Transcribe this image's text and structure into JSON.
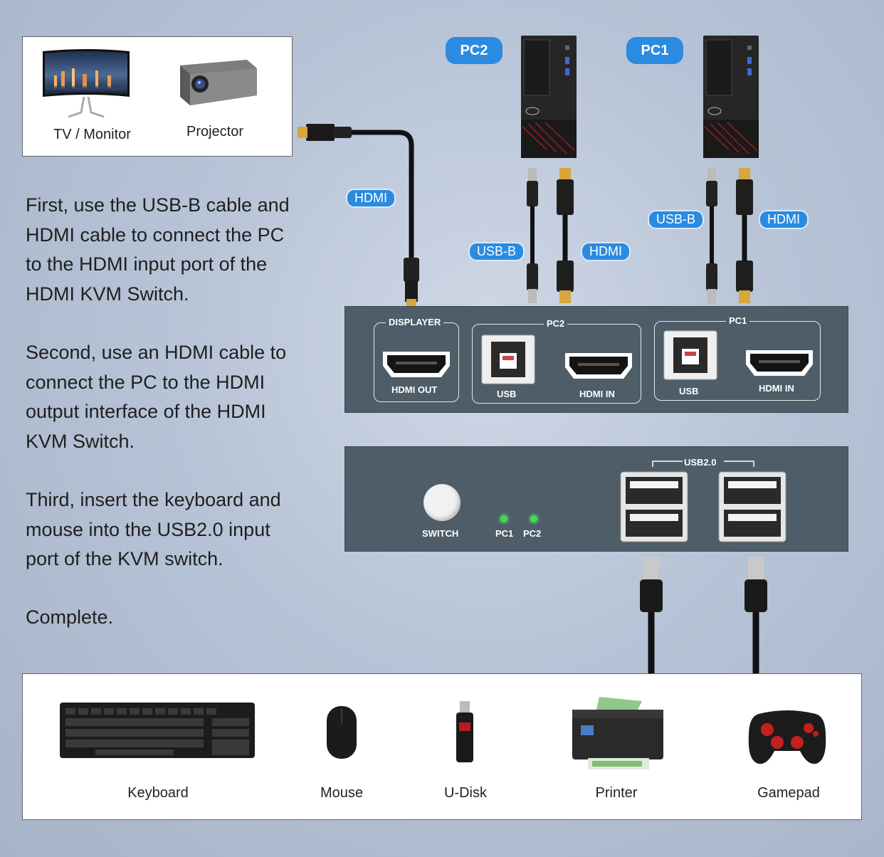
{
  "displays": {
    "tv_monitor": "TV / Monitor",
    "projector": "Projector"
  },
  "steps": {
    "first": "First, use the USB-B cable and\nHDMI cable to connect the PC\nto the HDMI input port of the\nHDMI KVM Switch.",
    "second": "Second, use an HDMI cable to\nconnect the PC to the HDMI\noutput interface of the HDMI\nKVM Switch.",
    "third": "Third, insert the keyboard and\nmouse into the USB2.0 input\nport of the KVM switch.",
    "complete": "Complete."
  },
  "pcs": {
    "pc2": "PC2",
    "pc1": "PC1"
  },
  "cable_tags": {
    "hdmi_display": "HDMI",
    "usbb_pc2": "USB-B",
    "hdmi_pc2": "HDMI",
    "usbb_pc1": "USB-B",
    "hdmi_pc1": "HDMI"
  },
  "kvm_back": {
    "displayer": "DISPLAYER",
    "hdmi_out": "HDMI OUT",
    "pc2": "PC2",
    "pc1": "PC1",
    "usb": "USB",
    "hdmi_in": "HDMI IN"
  },
  "kvm_front": {
    "switch": "SWITCH",
    "led_pc1": "PC1",
    "led_pc2": "PC2",
    "usb20": "USB2.0"
  },
  "peripherals": {
    "keyboard": "Keyboard",
    "mouse": "Mouse",
    "udisk": "U-Disk",
    "printer": "Printer",
    "gamepad": "Gamepad"
  },
  "colors": {
    "accent_blue": "#2a8be0",
    "kvm_body": "#4e5d68",
    "led_green": "#3be04a"
  }
}
